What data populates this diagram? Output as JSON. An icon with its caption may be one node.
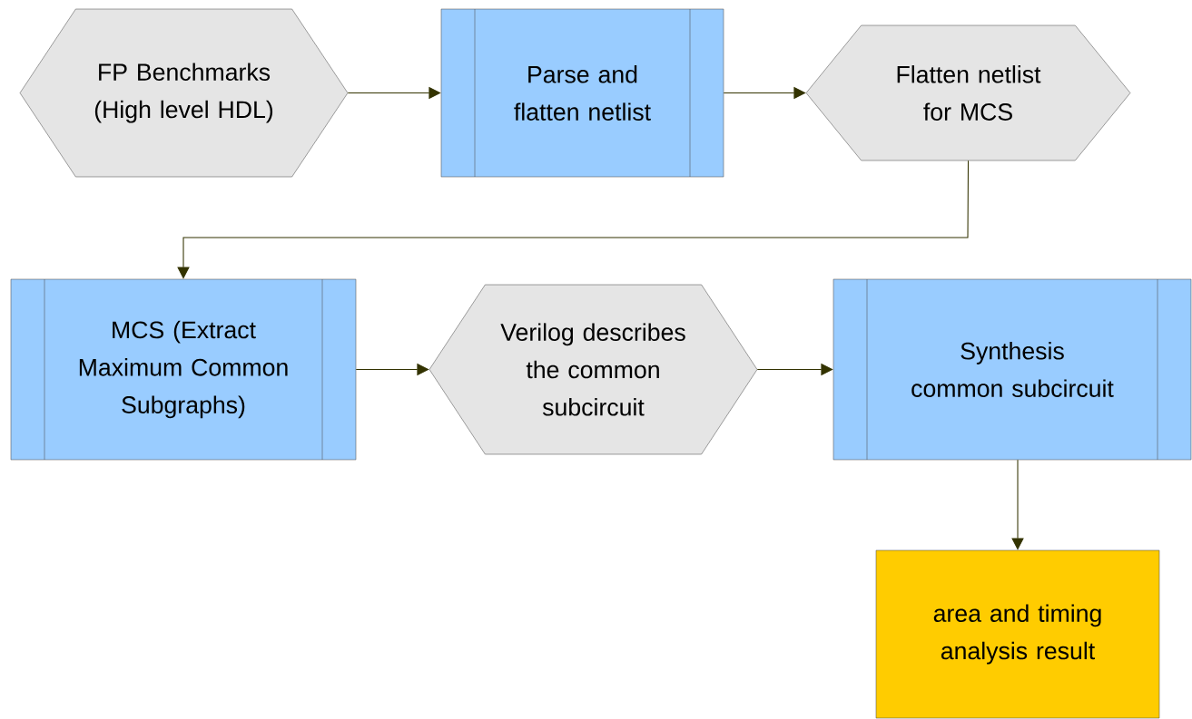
{
  "diagram": {
    "nodes": [
      {
        "text": [
          "FP Benchmarks (High level HDL)"
        ]
      },
      {
        "text": [
          "Parse and flatten netlist"
        ]
      },
      {
        "text": [
          "Flatten netlist for MCS"
        ]
      },
      {
        "text": [
          "MCS (Extract Maximum Common Subgraphs)"
        ]
      },
      {
        "text": [
          "Verilog describes the common subcircuit"
        ]
      },
      {
        "text": [
          "Synthesis common subcircuit"
        ]
      },
      {
        "text": [
          "area and timing analysis result"
        ]
      }
    ],
    "edges": [
      {
        "from": 0,
        "to": 1,
        "arrow": "to"
      },
      {
        "from": 1,
        "to": 2,
        "arrow": "to"
      },
      {
        "from": 2,
        "to": 3,
        "arrow": "to"
      },
      {
        "from": 3,
        "to": 4,
        "arrow": "to"
      },
      {
        "from": 4,
        "to": 5,
        "arrow": "to"
      },
      {
        "from": 5,
        "to": 6,
        "arrow": "to"
      }
    ]
  }
}
